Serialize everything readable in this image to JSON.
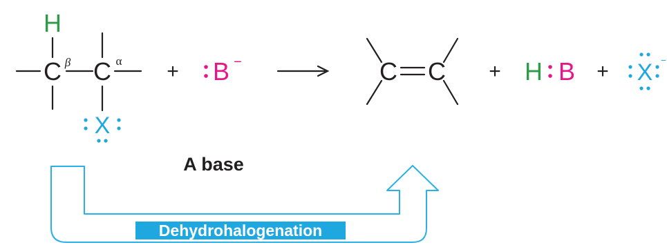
{
  "colors": {
    "ink": "#231f20",
    "hydrogen": "#2e9a4a",
    "base": "#e4168a",
    "halogen": "#1fa8e0",
    "arrow_stroke": "#2ab0e8",
    "label_bg": "#1fa8e0",
    "label_text": "#ffffff"
  },
  "reactant": {
    "hydrogen_symbol": "H",
    "carbon_beta_symbol": "C",
    "beta_label": "β",
    "carbon_alpha_symbol": "C",
    "alpha_label": "α",
    "halogen_symbol": "X"
  },
  "plus_1": "+",
  "base_reagent": {
    "symbol": "B",
    "charge": "−"
  },
  "reaction_arrow": "⟶",
  "alkene": {
    "carbon_left": "C",
    "carbon_right": "C"
  },
  "plus_2": "+",
  "byproduct": {
    "hydrogen": "H",
    "base": "B"
  },
  "plus_3": "+",
  "halide": {
    "symbol": "X",
    "charge": "−"
  },
  "reagent_caption": "A base",
  "process_label": "Dehydrohalogenation"
}
